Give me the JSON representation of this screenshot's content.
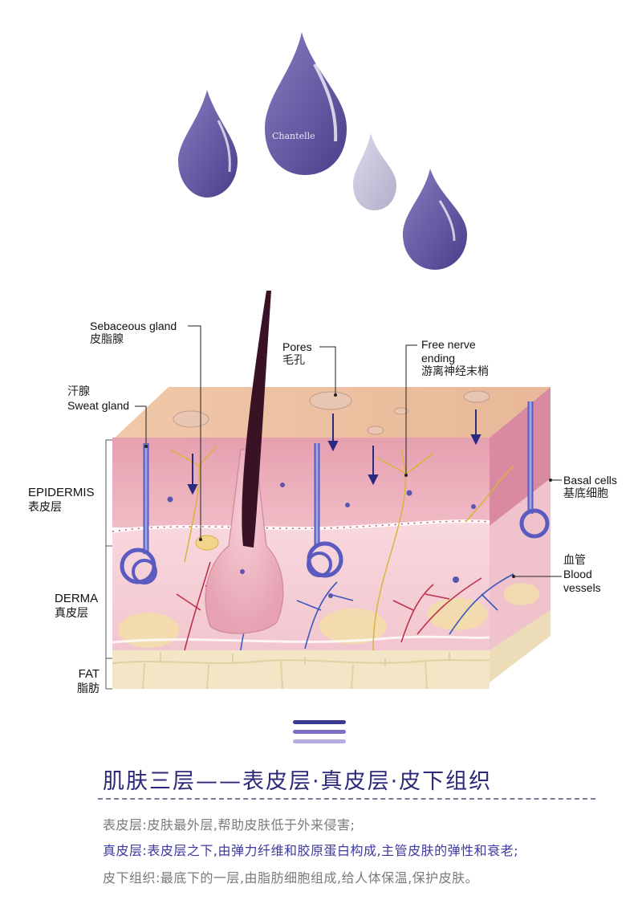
{
  "brand": {
    "name": "Chantelle"
  },
  "colors": {
    "drop_dark": "#6a5aa0",
    "drop_light": "#c4bed8",
    "title": "#2c2a78",
    "desc_gray": "#7a7a7a",
    "desc_blue": "#3c3aa0"
  },
  "labels": {
    "sebaceous": {
      "en": "Sebaceous gland",
      "zh": "皮脂腺"
    },
    "pores": {
      "en": "Pores",
      "zh": "毛孔"
    },
    "nerve": {
      "en1": "Free nerve",
      "en2": "ending",
      "zh": "游离神经末梢"
    },
    "sweat": {
      "zh": "汗腺",
      "en": "Sweat gland"
    },
    "basal": {
      "en": "Basal cells",
      "zh": "基底细胞"
    },
    "blood": {
      "zh": "血管",
      "en1": "Blood",
      "en2": "vessels"
    }
  },
  "layers": {
    "epidermis": {
      "en": "EPIDERMIS",
      "zh": "表皮层"
    },
    "derma": {
      "en": "DERMA",
      "zh": "真皮层"
    },
    "fat": {
      "en": "FAT",
      "zh": "脂肪"
    }
  },
  "menu_icon": "hamburger-icon",
  "title": "肌肤三层——表皮层·真皮层·皮下组织",
  "descriptions": [
    {
      "text": "表皮层:皮肤最外层,帮助皮肤低于外来侵害;",
      "color": "gray"
    },
    {
      "text": "真皮层:表皮层之下,由弹力纤维和胶原蛋白构成,主管皮肤的弹性和衰老;",
      "color": "blue"
    },
    {
      "text": "皮下组织:最底下的一层,由脂肪细胞组成,给人体保温,保护皮肤。",
      "color": "gray"
    }
  ]
}
